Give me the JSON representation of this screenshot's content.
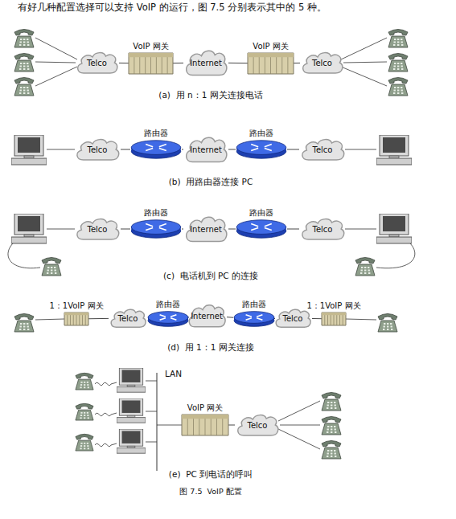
{
  "diagram": {
    "caption": "图 7.5  VoIP 配置",
    "nodes": [
      {
        "text": [
          "Telco"
        ]
      },
      {
        "text": [
          "VoIP 网关"
        ]
      },
      {
        "text": [
          "Internet"
        ]
      },
      {
        "text": [
          "VoIP 网关"
        ]
      },
      {
        "text": [
          "Telco"
        ]
      },
      {
        "text": [
          "Telco"
        ]
      },
      {
        "text": [
          "路由器"
        ]
      },
      {
        "text": [
          "Internet"
        ]
      },
      {
        "text": [
          "路由器"
        ]
      },
      {
        "text": [
          "Telco"
        ]
      },
      {
        "text": [
          "Telco"
        ]
      },
      {
        "text": [
          "路由器"
        ]
      },
      {
        "text": [
          "Internet"
        ]
      },
      {
        "text": [
          "路由器"
        ]
      },
      {
        "text": [
          "Telco"
        ]
      },
      {
        "text": [
          "1：1VoIP 网关"
        ]
      },
      {
        "text": [
          "Telco"
        ]
      },
      {
        "text": [
          "路由器"
        ]
      },
      {
        "text": [
          "Internet"
        ]
      },
      {
        "text": [
          "路由器"
        ]
      },
      {
        "text": [
          "Telco"
        ]
      },
      {
        "text": [
          "1：1VoIP 网关"
        ]
      },
      {
        "text": [
          "VoIP 网关"
        ]
      },
      {
        "text": [
          "Telco"
        ]
      }
    ],
    "edges": [
      {
        "from": 0,
        "to": 1,
        "arrow": "none"
      },
      {
        "from": 1,
        "to": 2,
        "arrow": "none"
      },
      {
        "from": 2,
        "to": 3,
        "arrow": "none"
      },
      {
        "from": 3,
        "to": 4,
        "arrow": "none"
      },
      {
        "from": 5,
        "to": 6,
        "arrow": "none"
      },
      {
        "from": 6,
        "to": 7,
        "arrow": "none"
      },
      {
        "from": 7,
        "to": 8,
        "arrow": "none"
      },
      {
        "from": 8,
        "to": 9,
        "arrow": "none"
      },
      {
        "from": 10,
        "to": 11,
        "arrow": "none"
      },
      {
        "from": 11,
        "to": 12,
        "arrow": "none"
      },
      {
        "from": 12,
        "to": 13,
        "arrow": "none"
      },
      {
        "from": 13,
        "to": 14,
        "arrow": "none"
      },
      {
        "from": 15,
        "to": 16,
        "arrow": "none"
      },
      {
        "from": 16,
        "to": 17,
        "arrow": "none"
      },
      {
        "from": 17,
        "to": 18,
        "arrow": "none"
      },
      {
        "from": 18,
        "to": 19,
        "arrow": "none"
      },
      {
        "from": 19,
        "to": 20,
        "arrow": "none"
      },
      {
        "from": 20,
        "to": 21,
        "arrow": "none"
      },
      {
        "from": 22,
        "to": 23,
        "arrow": "none"
      }
    ],
    "labels": [
      "有好几种配置选择可以支持 VoIP 的运行，图 7.5 分别表示其中的 5 种。",
      "(a)  用 n：1 网关连接电话",
      "(b)  用路由器连接 PC",
      "(c)  电话机到 PC 的连接",
      "(d)  用 1：1 网关连接",
      "LAN",
      "(e)  PC 到电话的呼叫"
    ]
  }
}
